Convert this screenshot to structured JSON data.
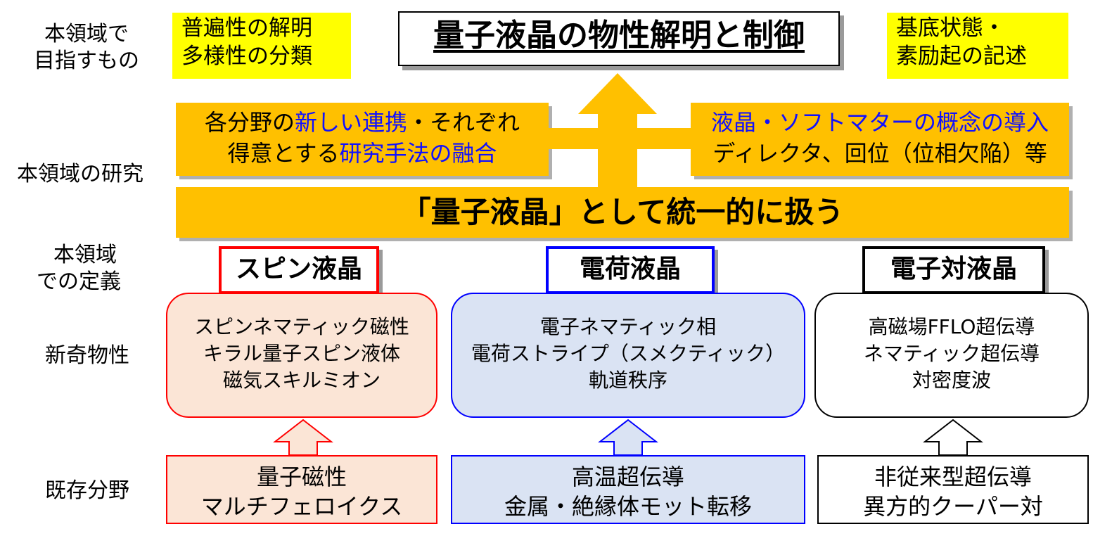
{
  "row_labels": {
    "goal_line1": "本領域で",
    "goal_line2": "目指すもの",
    "research": "本領域の研究",
    "definition_line1": "本領域",
    "definition_line2": "での定義",
    "novel": "新奇物性",
    "existing": "既存分野"
  },
  "goals": {
    "left_line1": "普遍性の解明",
    "left_line2": "多様性の分類",
    "title": "量子液晶の物性解明と制御",
    "right_line1": "基底状態・",
    "right_line2": "素励起の記述"
  },
  "research": {
    "left_l1_a": "各分野の",
    "left_l1_b": "新しい連携",
    "left_l1_c": "・それぞれ",
    "left_l2_a": "得意とする",
    "left_l2_b": "研究手法の融合",
    "right_l1": "液晶・ソフトマターの概念の導入",
    "right_l2": "ディレクタ、回位（位相欠陥）等",
    "banner": "「量子液晶」として統一的に扱う"
  },
  "categories": [
    {
      "name": "スピン液晶",
      "props": [
        "スピンネマティック磁性",
        "キラル量子スピン液体",
        "磁気スキルミオン"
      ],
      "fields": [
        "量子磁性",
        "マルチフェロイクス"
      ]
    },
    {
      "name": "電荷液晶",
      "props": [
        "電子ネマティック相",
        "電荷ストライプ（スメクティック）",
        "軌道秩序"
      ],
      "fields": [
        "高温超伝導",
        "金属・絶縁体モット転移"
      ]
    },
    {
      "name": "電子対液晶",
      "props": [
        "高磁場FFLO超伝導",
        "ネマティック超伝導",
        "対密度波"
      ],
      "fields": [
        "非従来型超伝導",
        "異方的クーパー対"
      ]
    }
  ],
  "colors": {
    "yellow": "#ffff00",
    "orange": "#ffc000",
    "blue_text": "#1010ff",
    "spin_border": "#ff0000",
    "spin_fill": "#fbe5d6",
    "charge_border": "#0000ff",
    "charge_fill": "#dae3f3",
    "pair_border": "#000000",
    "pair_fill": "#ffffff"
  }
}
